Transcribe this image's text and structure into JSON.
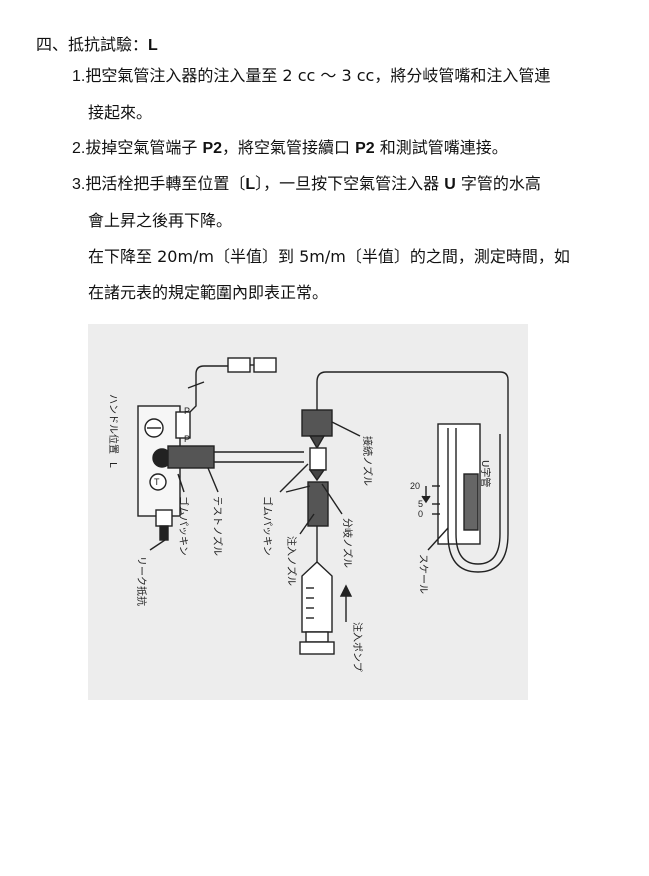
{
  "section": {
    "prefix": "四、抵抗試驗：",
    "code": "L"
  },
  "steps": [
    {
      "num": "1.",
      "text_a": "把空氣管注入器的注入量至 2 cc ～ 3 cc，將分岐管嘴和注入管連",
      "text_b": "接起來。"
    },
    {
      "num": "2.",
      "text_a": "拔掉空氣管端子 ",
      "bold_a": "P2",
      "text_b": "，將空氣管接續口 ",
      "bold_b": "P2",
      "text_c": " 和測試管嘴連接。"
    },
    {
      "num": "3.",
      "text_a": "把活栓把手轉至位置〔",
      "bold_a": "L",
      "text_b": "〕，一旦按下空氣管注入器 ",
      "bold_b": "U",
      "text_c": " 字管的水高",
      "line2": "會上昇之後再下降。",
      "line3": "在下降至 20m/m〔半值〕到 5m/m〔半值〕的之間，測定時間，如",
      "line4": "在諸元表的規定範圍內即表正常。"
    }
  ],
  "figure": {
    "labels": {
      "handle_position": "ハンドル位置",
      "handle_l": "L",
      "leak_resistance": "リーク抵抗",
      "rubber_packing_1": "ゴムパッキン",
      "test_nozzle": "テストノズル",
      "rubber_packing_2": "ゴムパッキン",
      "injection_nozzle": "注入ノズル",
      "branch_nozzle": "分岐ノズル",
      "connection_nozzle": "接続ノズル",
      "u_tube": "U字管",
      "scale": "スケール",
      "injection_pump": "注入ポンプ",
      "valve_p1": "P",
      "valve_p2": "P",
      "valve_t": "T"
    },
    "scale_ticks": [
      "20",
      "5",
      "0"
    ]
  }
}
